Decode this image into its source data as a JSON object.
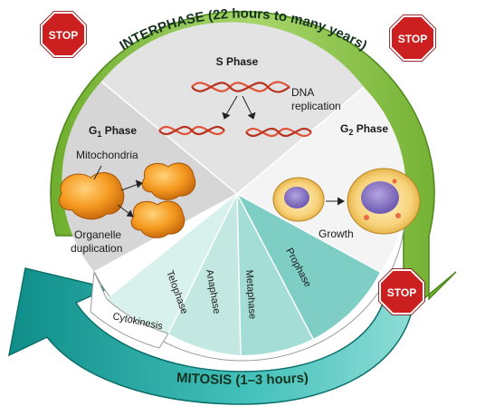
{
  "interphase_title": "INTERPHASE (22 hours to many years)",
  "mitosis_title": "MITOSIS (1–3 hours)",
  "stop_label": "STOP",
  "s_phase": {
    "title": "S Phase",
    "dna_line1": "DNA",
    "dna_line2": "replication"
  },
  "g1_phase": {
    "title_letter": "G",
    "title_sub": "1",
    "title_rest": " Phase",
    "mitochondria": "Mitochondria",
    "organelle_line1": "Organelle",
    "organelle_line2": "duplication"
  },
  "g2_phase": {
    "title_letter": "G",
    "title_sub": "2",
    "title_rest": " Phase",
    "growth": "Growth"
  },
  "mitosis_stages": {
    "telophase": "Telophase",
    "anaphase": "Anaphase",
    "metaphase": "Metaphase",
    "prophase": "Prophase",
    "cytokinesis": "Cytokinesis"
  },
  "colors": {
    "interphase_arrow": "#8cc63f",
    "mitosis_arrow": "#1ba5a0",
    "stop_red": "#cc1f1f",
    "g1_wedge": "#d4d4d4",
    "s_wedge": "#e6e6e6",
    "g2_wedge": "#f2f2f2",
    "dna": "#e0553a",
    "mitochondria": "#f08a1c"
  }
}
